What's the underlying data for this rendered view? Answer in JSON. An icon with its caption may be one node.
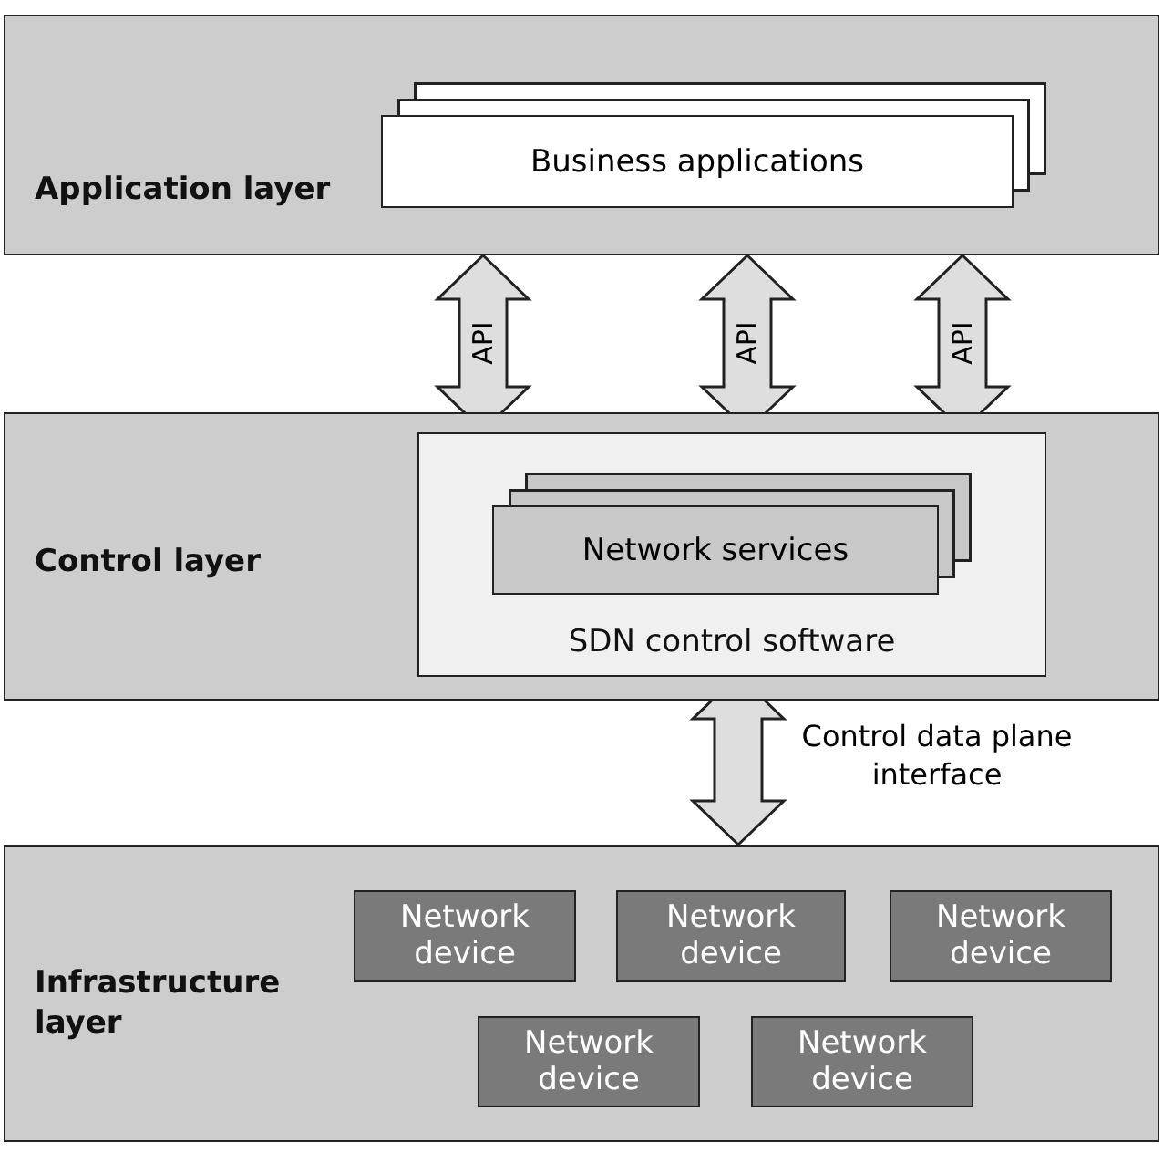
{
  "diagram": {
    "nodes": [
      {
        "text": [
          "Application layer"
        ]
      },
      {
        "text": [
          "Business applications"
        ],
        "in": 0
      },
      {
        "text": [
          "Control layer"
        ]
      },
      {
        "text": [
          "SDN control software"
        ],
        "in": 2
      },
      {
        "text": [
          "Network services"
        ],
        "in": 3
      },
      {
        "text": [
          "Infrastructure layer"
        ]
      },
      {
        "text": [
          "Network device"
        ],
        "in": 5
      },
      {
        "text": [
          "Network device"
        ],
        "in": 5
      },
      {
        "text": [
          "Network device"
        ],
        "in": 5
      },
      {
        "text": [
          "Network device"
        ],
        "in": 5
      },
      {
        "text": [
          "Network device"
        ],
        "in": 5
      }
    ],
    "edges": [
      {
        "from": 0,
        "to": 3,
        "arrow": "both",
        "label": "API"
      },
      {
        "from": 0,
        "to": 3,
        "arrow": "both",
        "label": "API"
      },
      {
        "from": 0,
        "to": 3,
        "arrow": "both",
        "label": "API"
      },
      {
        "from": 3,
        "to": 5,
        "arrow": "both",
        "label": "Control data plane interface"
      }
    ]
  }
}
